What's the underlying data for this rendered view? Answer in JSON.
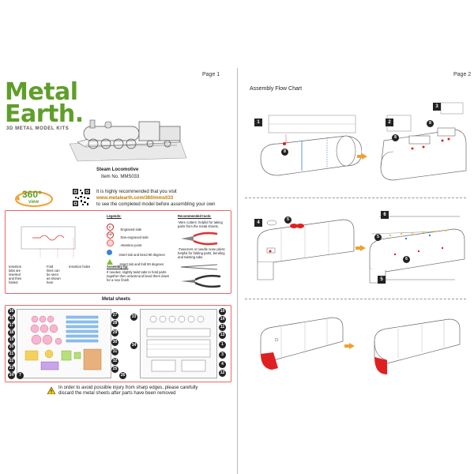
{
  "page1": {
    "page_label": "Page 1",
    "brand": {
      "line1": "Metal",
      "line2": "Earth.",
      "sub": "3D METAL MODEL KITS",
      "color": "#5f9e2a"
    },
    "model": {
      "name": "Steam Locomotive",
      "item": "Item  No.  MMS033"
    },
    "view360": {
      "num": "360°",
      "word": "view"
    },
    "notice": {
      "line1": "It is highly recommended that you visit",
      "url": "www.metalearth.com/360/mms033",
      "line3": "to see the completed model before assembling your own"
    },
    "diagram_labels": {
      "insertion_tabs": "Insertion\ntabs are\ninserted\nand then\nfolded",
      "fold_lines": "Fold\nlines can\nbe seen\nas shown\nhere",
      "insertion_holes": "Insertion holes"
    },
    "legends": {
      "title": "Legends:",
      "items": [
        {
          "icon": "engraved-side-icon",
          "label": "Engraved side"
        },
        {
          "icon": "non-engraved-side-icon",
          "label": "Non-engraved side"
        },
        {
          "icon": "attention-point-icon",
          "label": "Attention point"
        },
        {
          "icon": "bend-90-icon",
          "label": "Insert tab and bend 90 degrees"
        },
        {
          "icon": "fold-90-icon",
          "label": "Insert tab and fold 90 degrees"
        }
      ],
      "assembly_tip_title": "Assembly tip:",
      "assembly_tip": "If needed, slightly twist tabs to hold parts together then untwist and bend them down for a nice finish"
    },
    "tools": {
      "title": "Recommended tools:",
      "items": [
        "-Wire cutters: helpful for taking parts from the metal sheets.",
        "-Tweezers or needle nose pliers: helpful for folding parts, bending and twisting tabs."
      ]
    },
    "metal_sheets": {
      "title": "Metal sheets",
      "left_numbers": [
        "16",
        "15",
        "17",
        "18",
        "19",
        "20",
        "21",
        "22",
        "23",
        "24",
        "7"
      ],
      "mid_numbers": [
        "27",
        "28",
        "29",
        "30",
        "31",
        "32",
        "25",
        "26"
      ],
      "right_left_numbers": [
        "33",
        "34"
      ],
      "right_numbers": [
        "10",
        "14",
        "11",
        "13",
        "1",
        "3",
        "4",
        "12"
      ]
    },
    "warning": "In order to avoid possible injury from sharp edges, please carefully discard the metal sheets after parts have been removed"
  },
  "page2": {
    "page_label": "Page 2",
    "flow_title": "Assembly Flow Chart",
    "step_numbers": {
      "row1_left": [
        "1",
        "8"
      ],
      "row1_right": [
        "2",
        "3",
        "8",
        "8"
      ],
      "row2_left": [
        "4",
        "5"
      ],
      "row2_right": [
        "6",
        "5",
        "6",
        "5"
      ]
    }
  },
  "colors": {
    "accent": "#5f9e2a",
    "panel_border": "#e66666",
    "arrow": "#f0a030",
    "red_part": "#e02020",
    "blue_tab": "#3b82d6",
    "green_tab": "#7cc02a"
  }
}
